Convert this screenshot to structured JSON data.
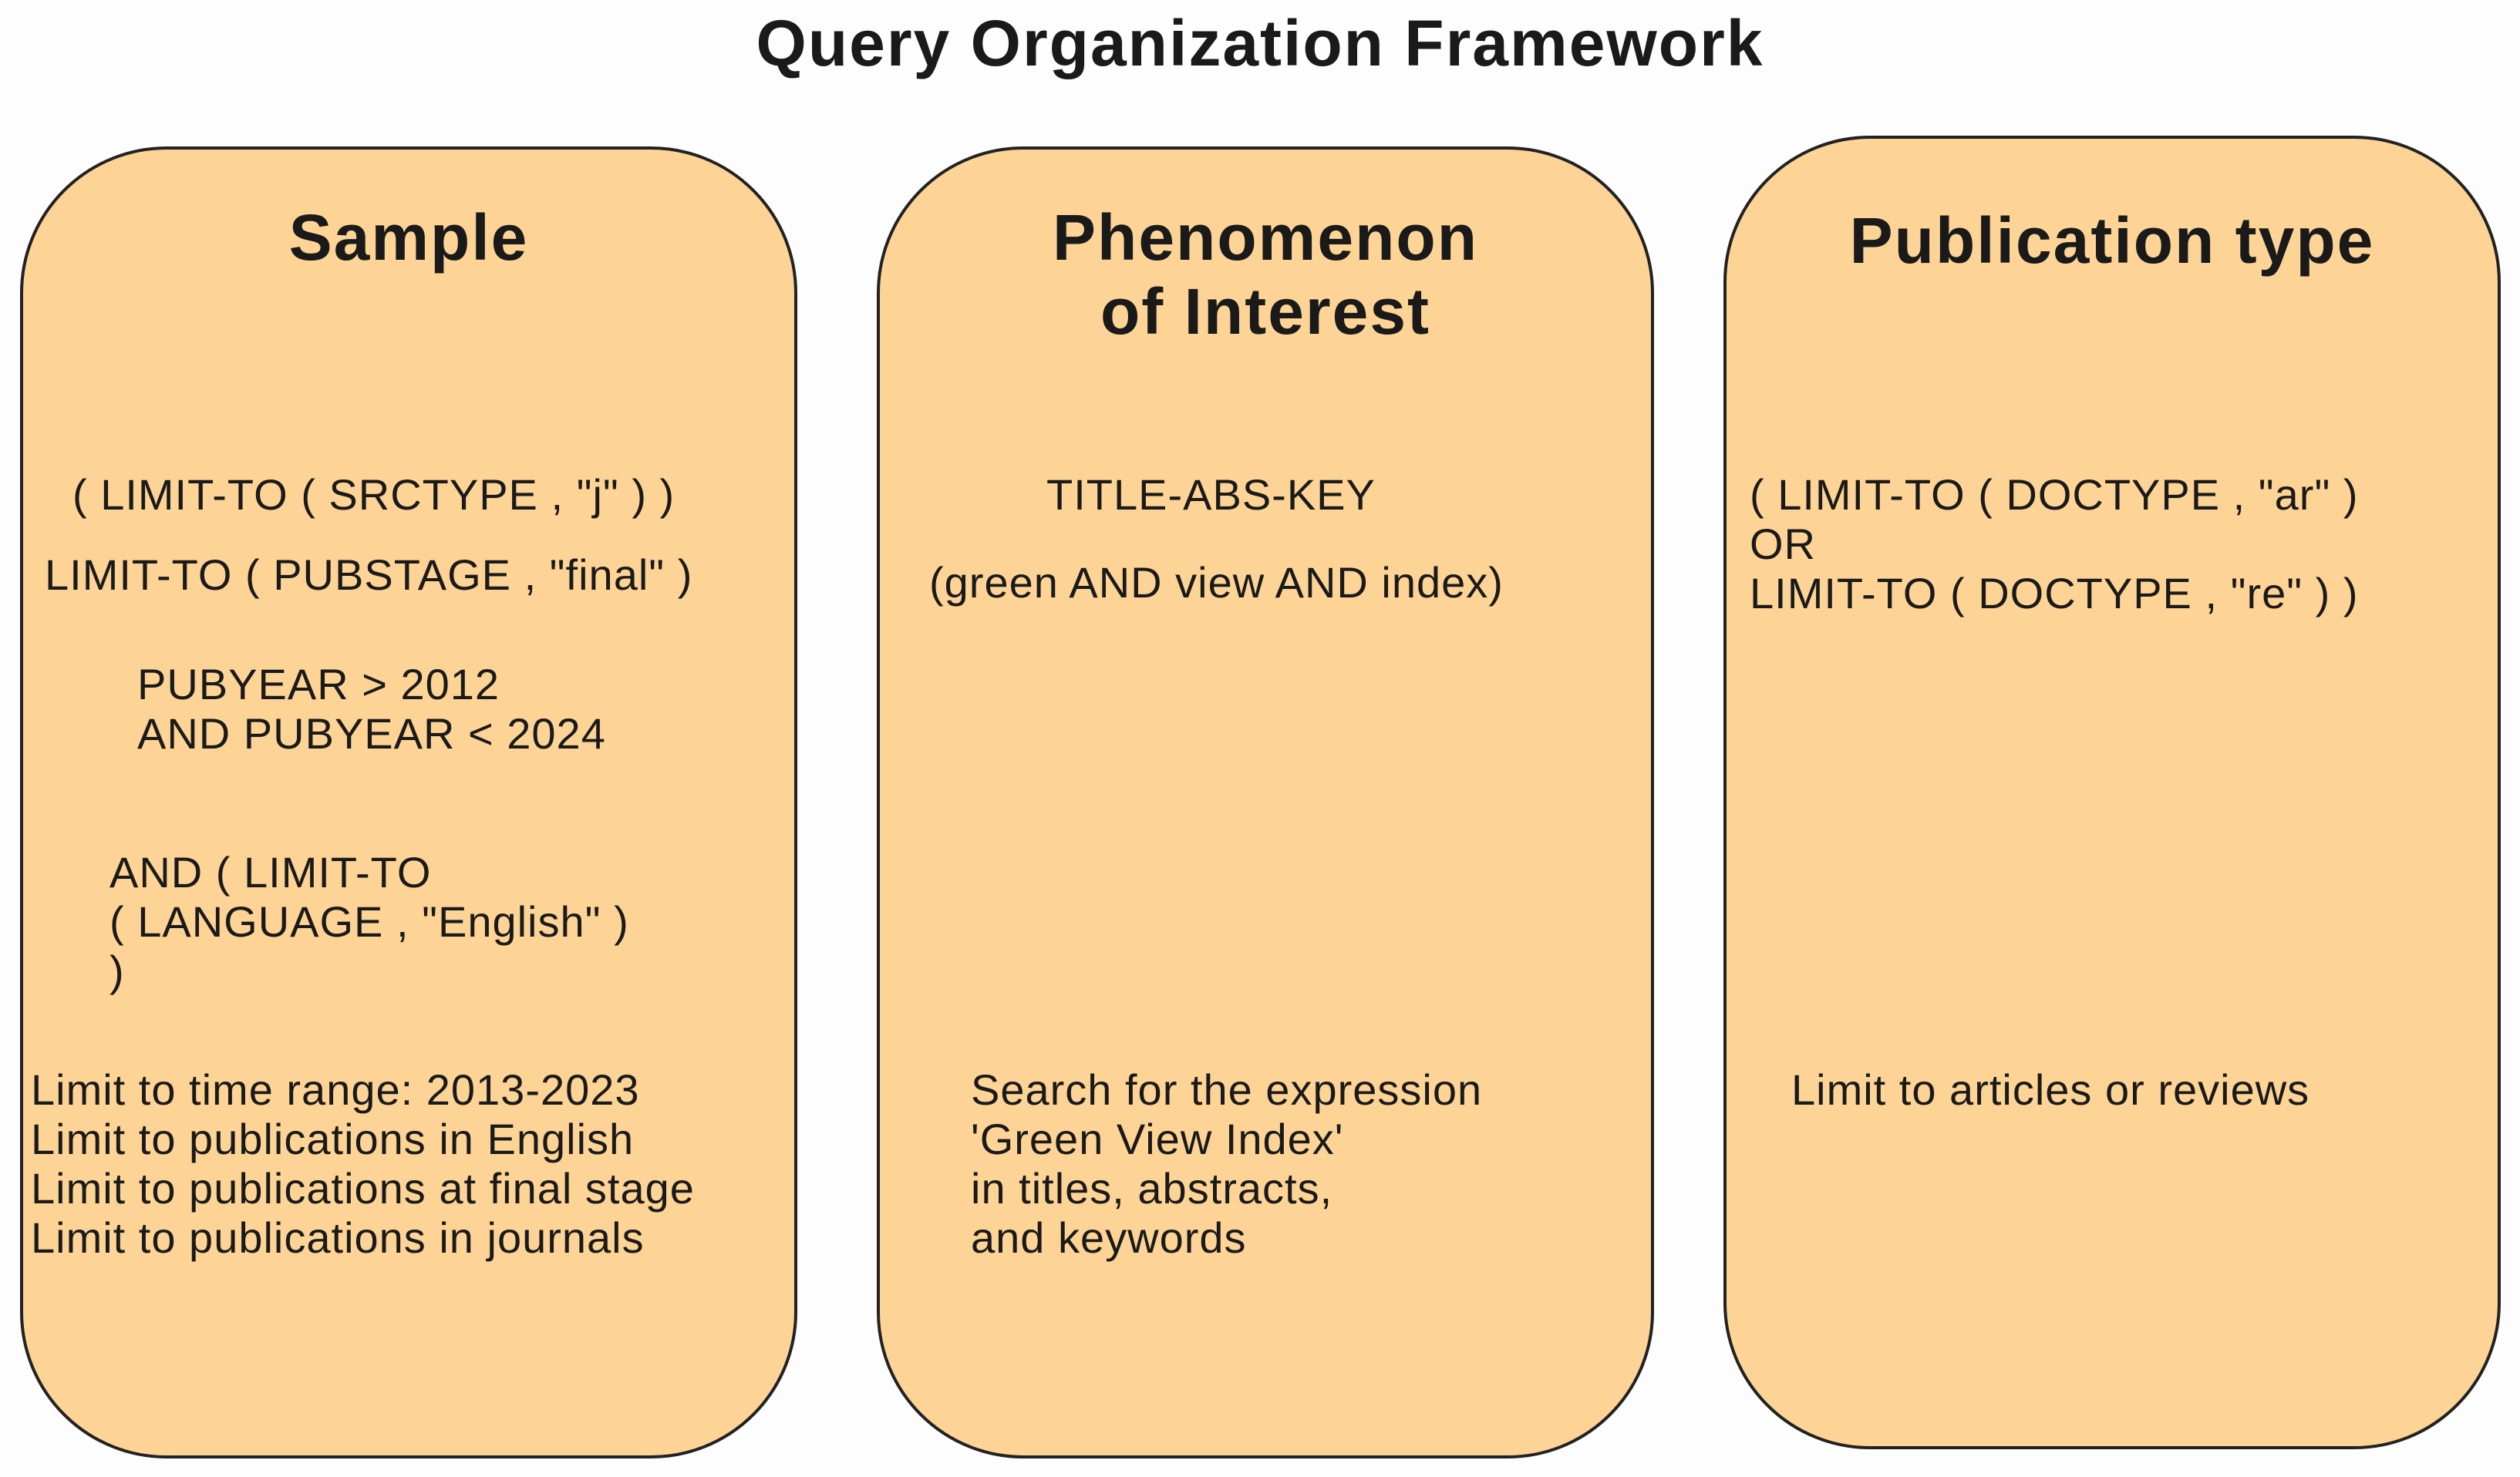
{
  "title": "Query Organization Framework",
  "panels": [
    {
      "heading": "Sample",
      "query_lines": [
        "( LIMIT-TO ( SRCTYPE , \"j\" ) )",
        "LIMIT-TO ( PUBSTAGE , \"final\" )",
        "PUBYEAR > 2012",
        "AND PUBYEAR < 2024",
        "AND ( LIMIT-TO",
        "( LANGUAGE , \"English\" )",
        ")"
      ],
      "description_lines": [
        "Limit to time range: 2013-2023",
        "Limit to publications in English",
        "Limit to publications at final stage",
        "Limit to publications in journals"
      ]
    },
    {
      "heading_lines": [
        "Phenomenon",
        "of Interest"
      ],
      "query_lines": [
        "TITLE-ABS-KEY",
        "(green AND view AND index)"
      ],
      "description_lines": [
        "Search for the expression",
        "'Green View Index'",
        "in titles, abstracts,",
        "and keywords"
      ]
    },
    {
      "heading": "Publication type",
      "query_lines": [
        "( LIMIT-TO ( DOCTYPE , \"ar\" )",
        "OR",
        "LIMIT-TO ( DOCTYPE , \"re\" ) )"
      ],
      "description_lines": [
        "Limit to articles or reviews"
      ]
    }
  ]
}
